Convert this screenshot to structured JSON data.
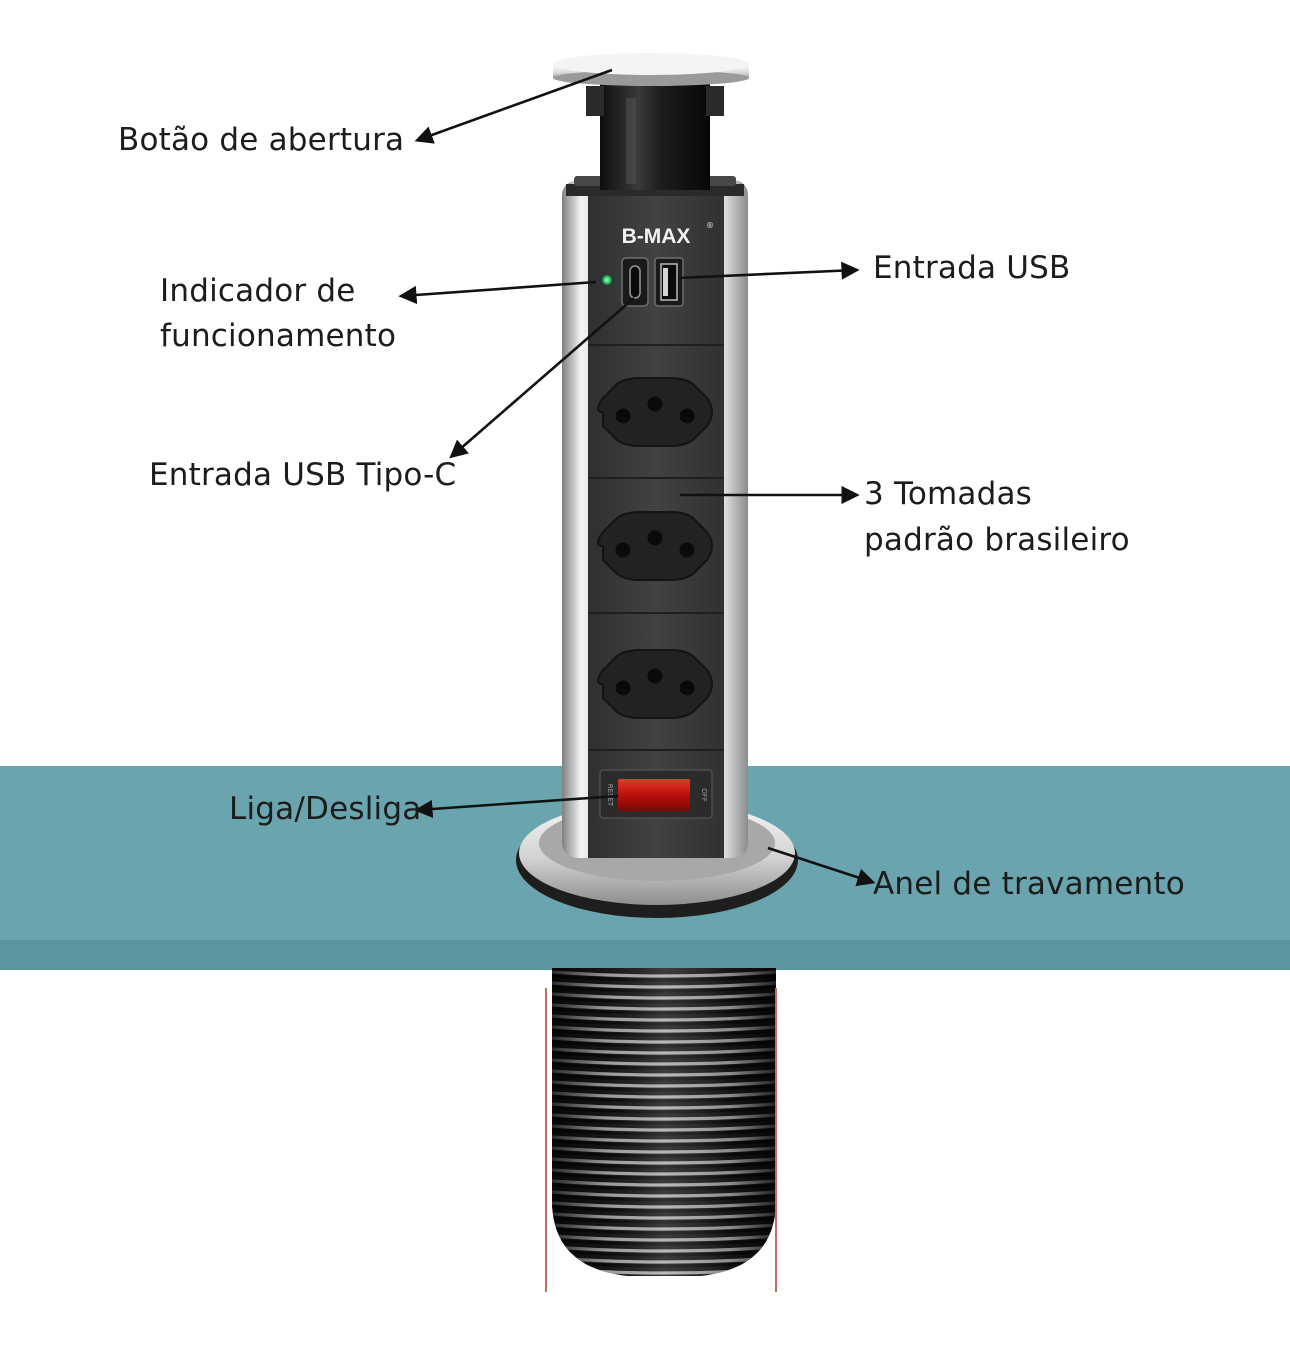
{
  "brand": {
    "logo_text": "B-MAX",
    "registered_mark": "®"
  },
  "switch": {
    "left_text": "RESET",
    "right_text": "OFF"
  },
  "labels": {
    "opening_button": "Botão de abertura",
    "indicator_line1": "Indicador de",
    "indicator_line2": "funcionamento",
    "usb_port": "Entrada USB",
    "usb_c_port": "Entrada USB Tipo-C",
    "sockets_line1": "3 Tomadas",
    "sockets_line2": "padrão brasileiro",
    "power_switch": "Liga/Desliga",
    "locking_ring": "Anel de travamento"
  },
  "colors": {
    "countertop": "#6aa5af",
    "countertop_edge": "#5b959f",
    "tower_body": "#3b3c3e",
    "aluminum": "#d9dadb",
    "switch_red": "#c0120c",
    "indicator_led": "#33cc66",
    "arrow": "#111111"
  },
  "icons": [
    "pop-up-tower-icon",
    "usb-c-port-icon",
    "usb-a-port-icon",
    "brazil-socket-icon",
    "power-switch-icon",
    "arrow-icon"
  ]
}
